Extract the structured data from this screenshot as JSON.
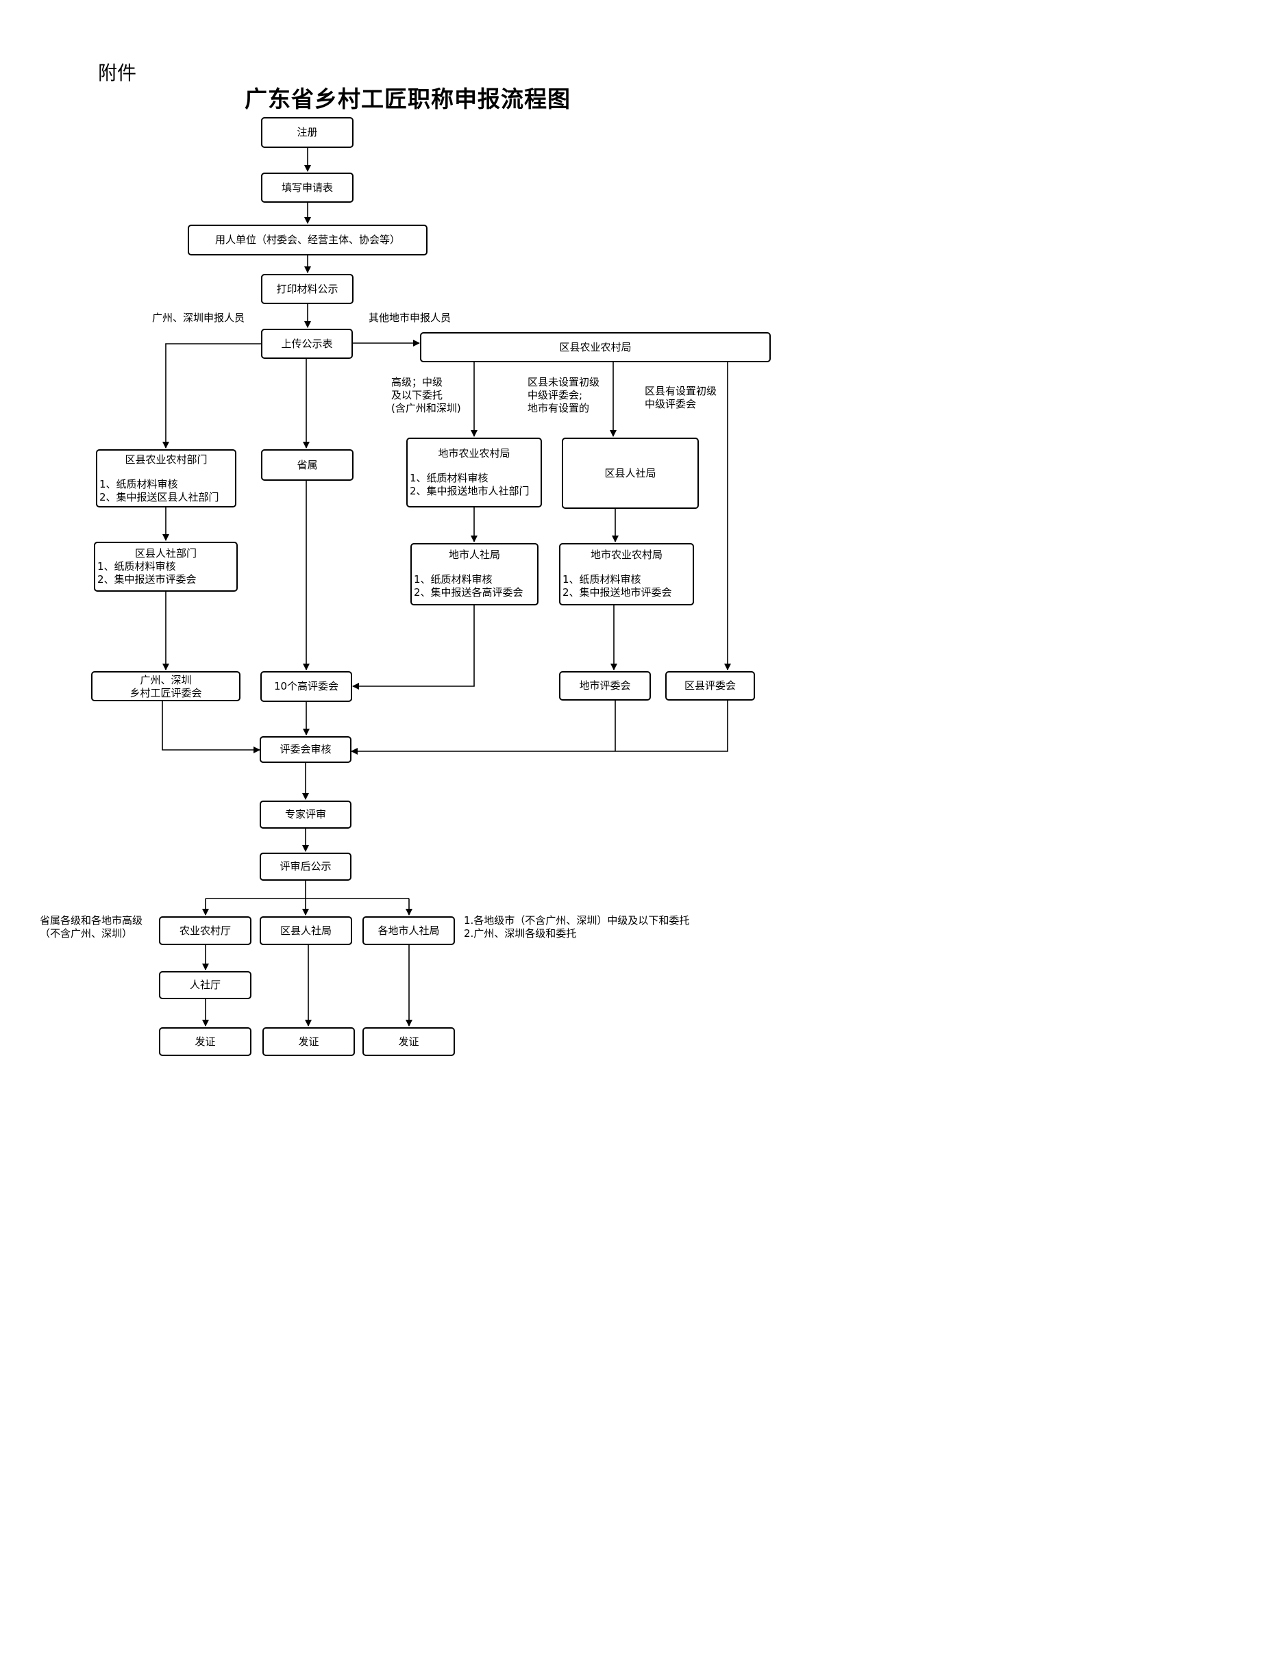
{
  "page_label": "附件",
  "title": "广东省乡村工匠职称申报流程图",
  "nodes": {
    "register": "注册",
    "fill_form": "填写申请表",
    "employer": "用人单位（村委会、经营主体、协会等）",
    "print_notice": "打印材料公示",
    "upload": "上传公示表",
    "county_agri_bureau": "区县农业农村局",
    "county_agri_dept": {
      "title": "区县农业农村部门",
      "line1": "1、纸质材料审核",
      "line2": "2、集中报送区县人社部门"
    },
    "provincial": "省属",
    "city_agri_bureau_a": {
      "title": "地市农业农村局",
      "line1": "1、纸质材料审核",
      "line2": "2、集中报送地市人社部门"
    },
    "county_hr_bureau": "区县人社局",
    "county_hr_dept": {
      "title": "区县人社部门",
      "line1": "1、纸质材料审核",
      "line2": "2、集中报送市评委会"
    },
    "city_hr_bureau": {
      "title": "地市人社局",
      "line1": "1、纸质材料审核",
      "line2": "2、集中报送各高评委会"
    },
    "city_agri_bureau_b": {
      "title": "地市农业农村局",
      "line1": "1、纸质材料审核",
      "line2": "2、集中报送地市评委会"
    },
    "gz_sz_committee": {
      "line1": "广州、深圳",
      "line2": "乡村工匠评委会"
    },
    "ten_committees": "10个高评委会",
    "city_committee": "地市评委会",
    "county_committee": "区县评委会",
    "committee_review": "评委会审核",
    "expert_review": "专家评审",
    "post_notice": "评审后公示",
    "agri_dept": "农业农村厅",
    "county_hr_bureau_2": "区县人社局",
    "city_hr_bureaus": "各地市人社局",
    "hr_dept": "人社厅",
    "cert_1": "发证",
    "cert_2": "发证",
    "cert_3": "发证"
  },
  "labels": {
    "gz_sz_applicants": "广州、深圳申报人员",
    "other_city_applicants": "其他地市申报人员",
    "high_mid": {
      "line1": "高级；中级",
      "line2": "及以下委托",
      "line3": "(含广州和深圳)"
    },
    "county_no_committee": {
      "line1": "区县未设置初级",
      "line2": "中级评委会;",
      "line3": "地市有设置的"
    },
    "county_has_committee": {
      "line1": "区县有设置初级",
      "line2": "中级评委会"
    },
    "provincial_note": {
      "line1": "省属各级和各地市高级",
      "line2": "（不含广州、深圳）"
    },
    "city_note": {
      "line1": "1.各地级市（不含广州、深圳）中级及以下和委托",
      "line2": "2.广州、深圳各级和委托"
    }
  }
}
